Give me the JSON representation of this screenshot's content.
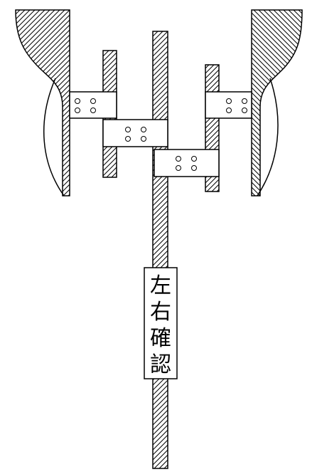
{
  "sign": {
    "chars": [
      "左",
      "右",
      "確",
      "認"
    ]
  },
  "colors": {
    "stroke": "#000000",
    "background": "#ffffff"
  },
  "icons": {
    "plate_bolts": "bolt-pattern-2x2",
    "hatching": "diagonal-hatch"
  }
}
